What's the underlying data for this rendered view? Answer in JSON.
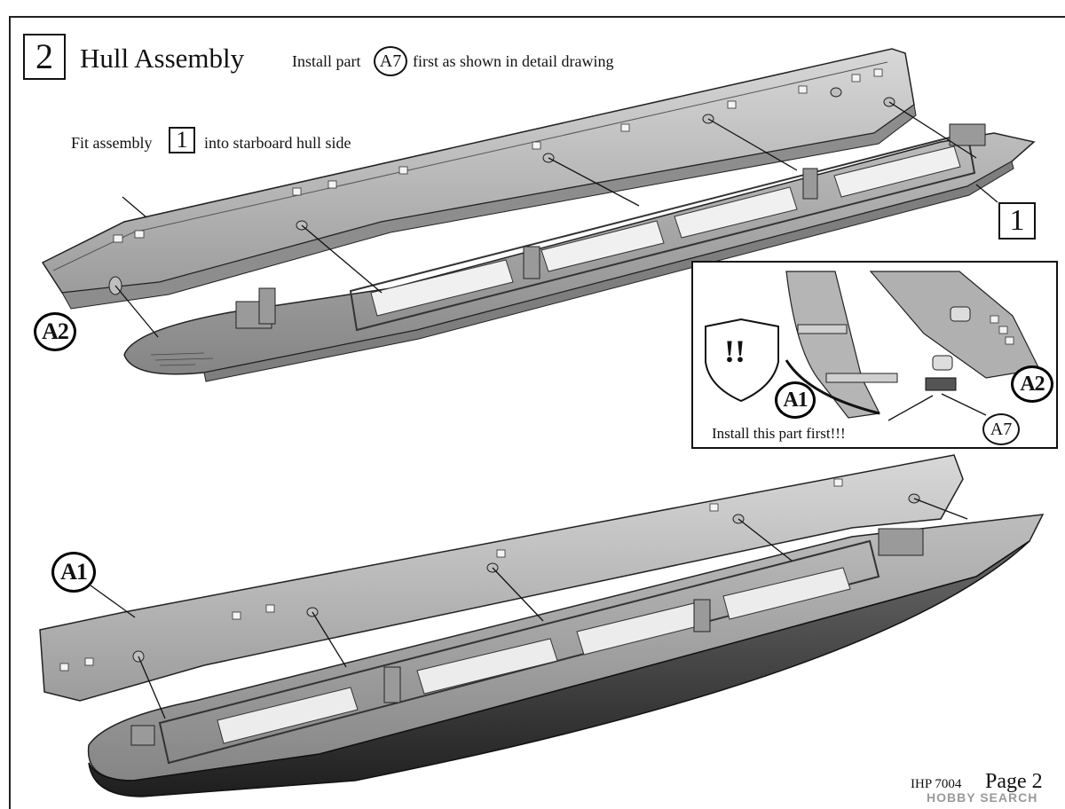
{
  "header": {
    "step_number": "2",
    "step_title": "Hull Assembly",
    "instruction_prefix": "Install part",
    "instruction_part": "A7",
    "instruction_suffix": "first as shown in detail drawing"
  },
  "fit_note": {
    "prefix": "Fit assembly",
    "ref": "1",
    "suffix": "into starboard hull side"
  },
  "callouts": {
    "assembly_ref": "1",
    "part_a2": "A2",
    "part_a1": "A1"
  },
  "detail": {
    "warning": "!!",
    "part_a1": "A1",
    "part_a2": "A2",
    "part_a7": "A7",
    "note": "Install this part first!!!"
  },
  "footer": {
    "code": "IHP 7004",
    "page": "Page 2",
    "watermark": "HOBBY SEARCH"
  },
  "colors": {
    "hull_gray": "#a8a8a8",
    "hull_dark": "#3a3a3a",
    "line": "#111111"
  }
}
